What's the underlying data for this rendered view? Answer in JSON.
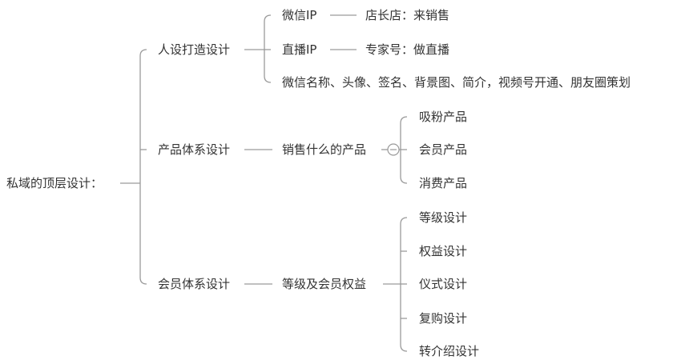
{
  "root": "私域的顶层设计：",
  "branches": [
    {
      "label": "人设打造设计",
      "children": [
        {
          "label": "微信IP",
          "detail": "店长店：来销售"
        },
        {
          "label": "直播IP",
          "detail": "专家号：做直播"
        },
        {
          "label": "微信名称、头像、签名、背景图、简介，视频号开通、朋友圈策划"
        }
      ]
    },
    {
      "label": "产品体系设计",
      "child": "销售什么的产品",
      "children": [
        "吸粉产品",
        "会员产品",
        "消费产品"
      ]
    },
    {
      "label": "会员体系设计",
      "child": "等级及会员权益",
      "children": [
        "等级设计",
        "权益设计",
        "仪式设计",
        "复购设计",
        "转介绍设计"
      ]
    }
  ],
  "colors": {
    "line": "#9a9a9a",
    "text": "#333333"
  }
}
